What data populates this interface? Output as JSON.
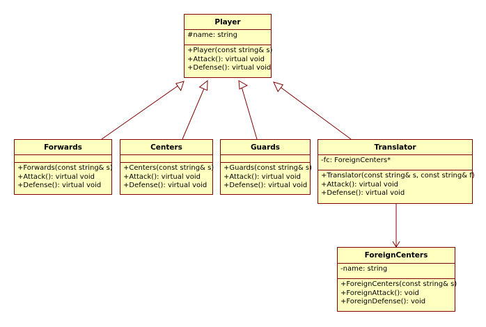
{
  "colors": {
    "fill": "#ffffc0",
    "border": "#800000",
    "text": "#000000",
    "connector": "#800000"
  },
  "classes": {
    "player": {
      "name": "Player",
      "attributes": [
        "#name: string"
      ],
      "operations": [
        "+Player(const string& s)",
        "+Attack(): virtual void",
        "+Defense(): virtual void"
      ]
    },
    "forwards": {
      "name": "Forwards",
      "attributes": [],
      "operations": [
        "+Forwards(const string& s)",
        "+Attack(): virtual void",
        "+Defense(): virtual void"
      ]
    },
    "centers": {
      "name": "Centers",
      "attributes": [],
      "operations": [
        "+Centers(const string& s)",
        "+Attack(): virtual void",
        "+Defense(): virtual void"
      ]
    },
    "guards": {
      "name": "Guards",
      "attributes": [],
      "operations": [
        "+Guards(const string& s)",
        "+Attack(): virtual void",
        "+Defense(): virtual void"
      ]
    },
    "translator": {
      "name": "Translator",
      "attributes": [
        "-fc: ForeignCenters*"
      ],
      "operations": [
        "+Translator(const string& s, const string& f)",
        "+Attack(): virtual void",
        "+Defense(): virtual void"
      ]
    },
    "foreign_centers": {
      "name": "ForeignCenters",
      "attributes": [
        "-name: string"
      ],
      "operations": [
        "+ForeignCenters(const string& s)",
        "+ForeignAttack(): void",
        "+ForeignDefense(): void"
      ]
    }
  },
  "relationships": [
    {
      "type": "generalization",
      "from": "Forwards",
      "to": "Player"
    },
    {
      "type": "generalization",
      "from": "Centers",
      "to": "Player"
    },
    {
      "type": "generalization",
      "from": "Guards",
      "to": "Player"
    },
    {
      "type": "generalization",
      "from": "Translator",
      "to": "Player"
    },
    {
      "type": "association",
      "from": "Translator",
      "to": "ForeignCenters",
      "navigable": true
    }
  ]
}
